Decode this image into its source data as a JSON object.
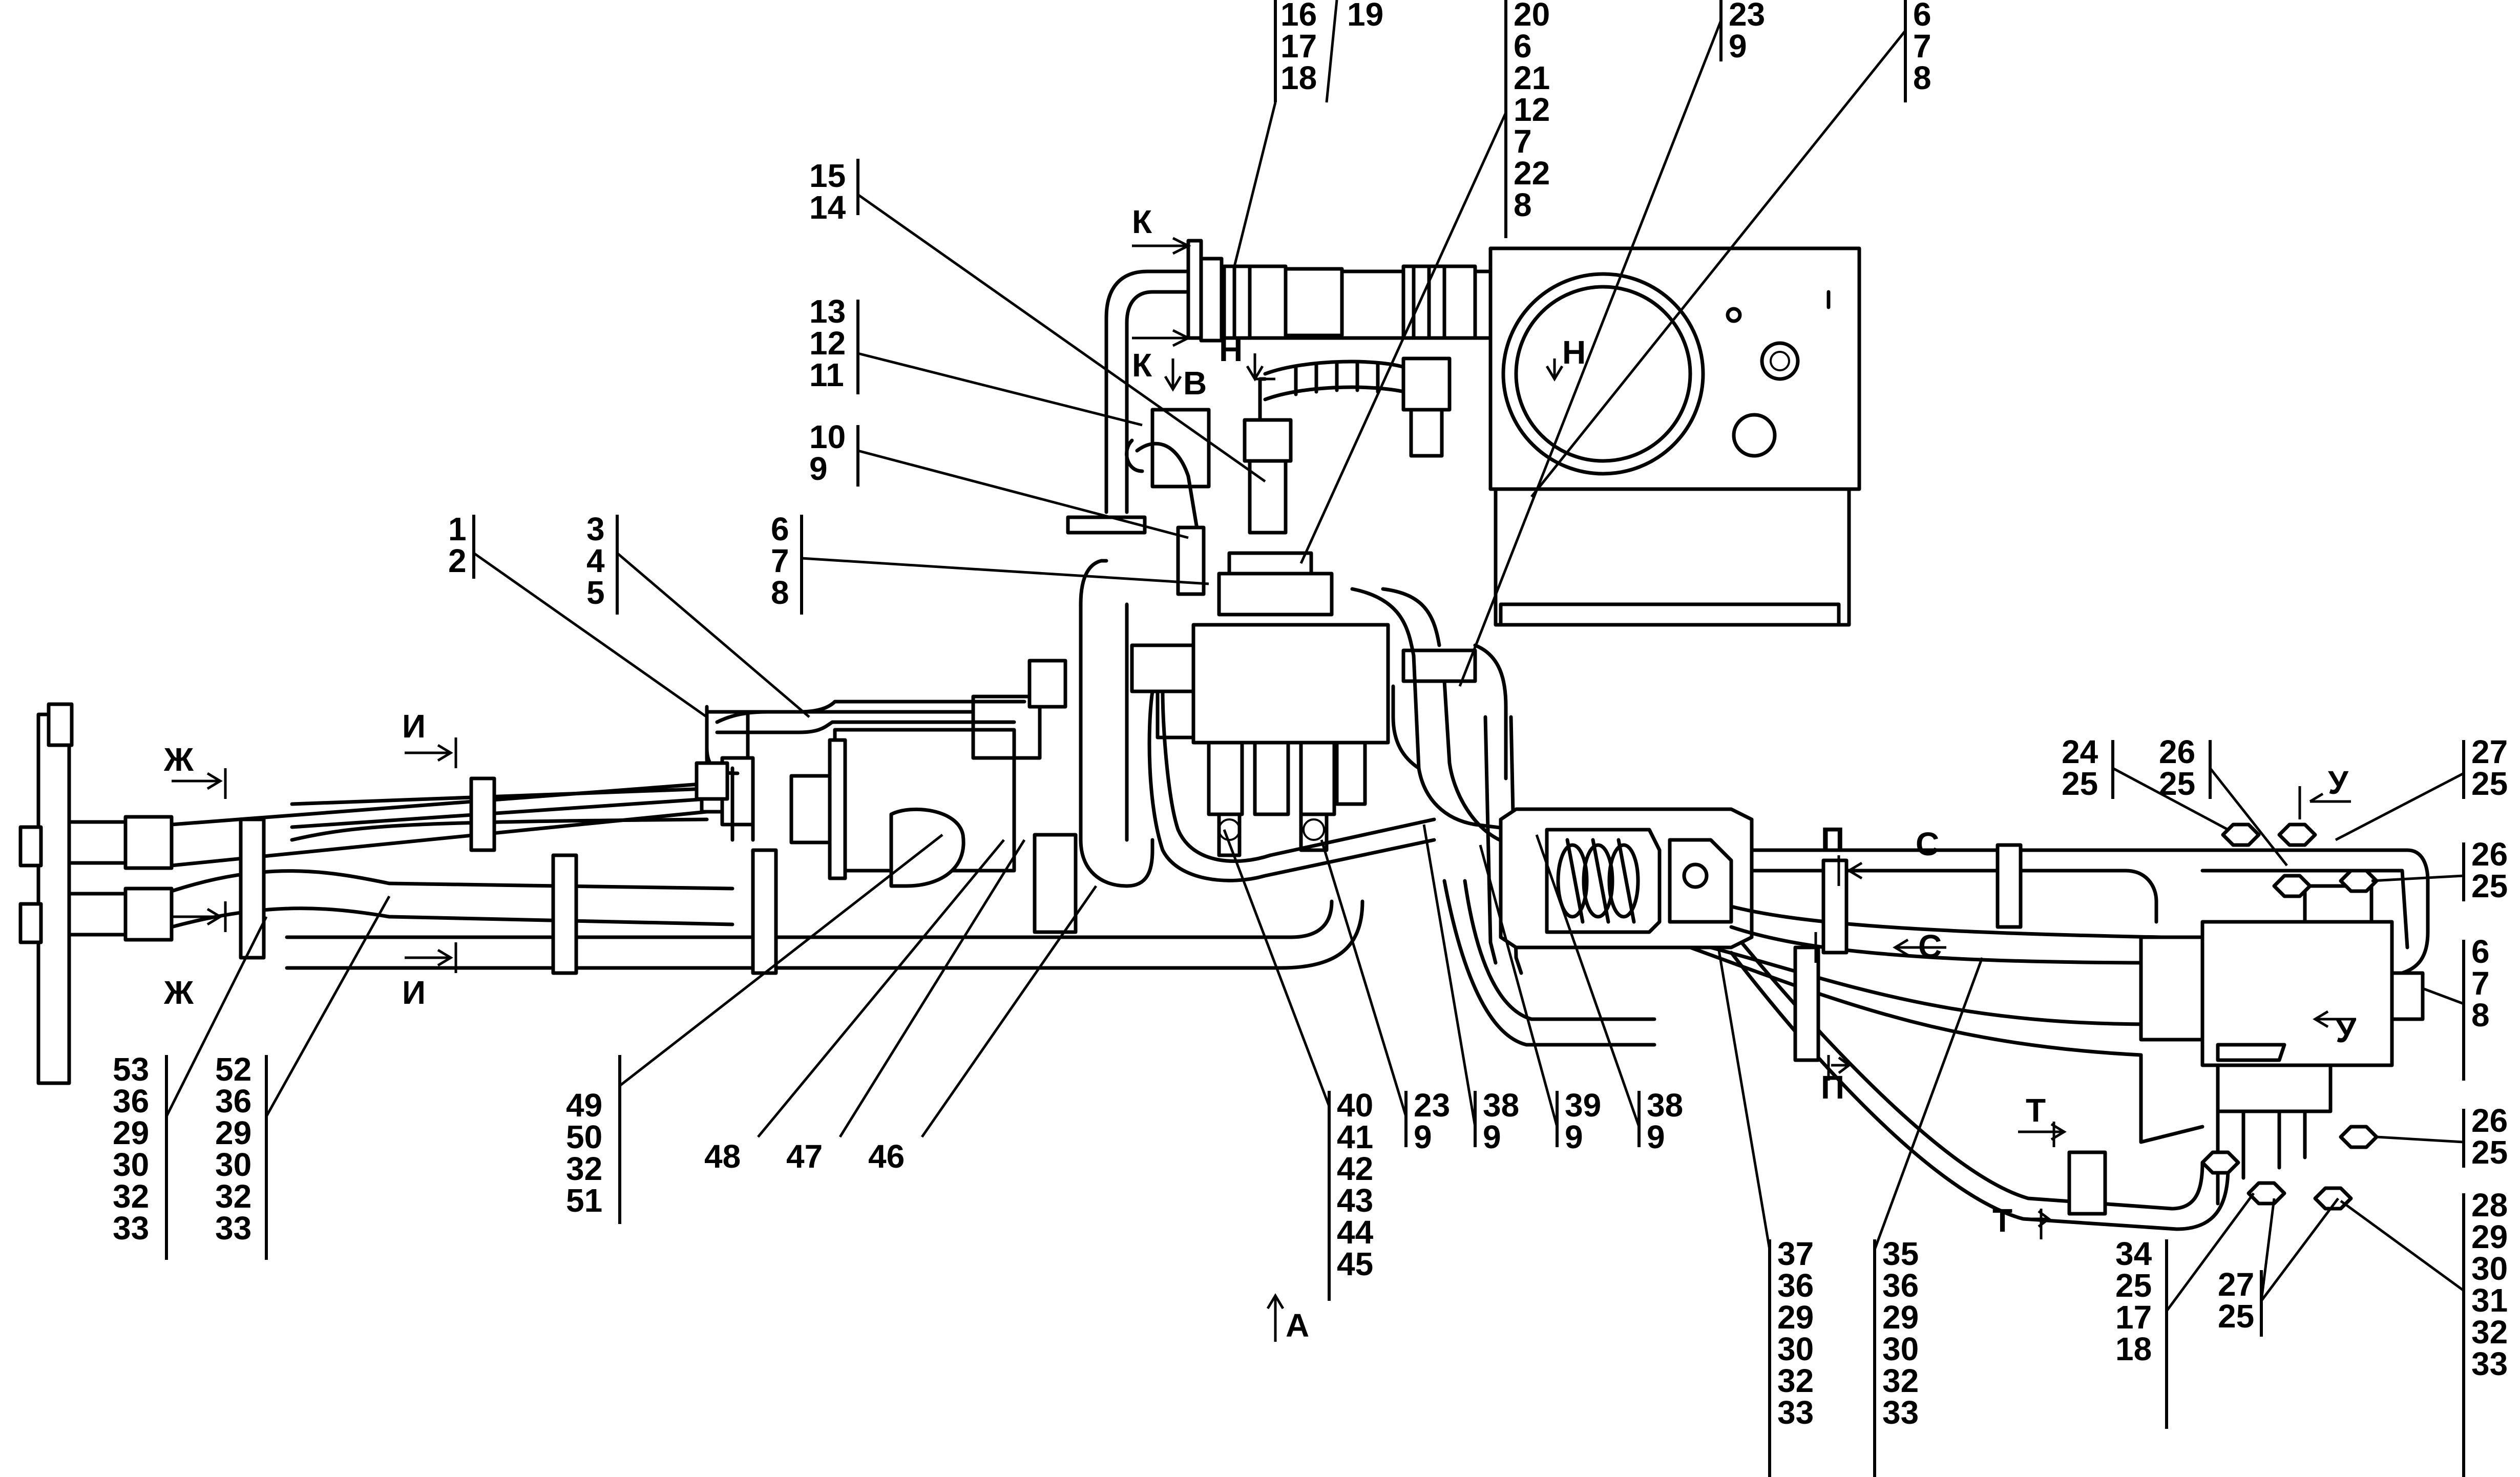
{
  "callouts": [
    {
      "id": "c1",
      "lines": [
        "16",
        "17",
        "18"
      ]
    },
    {
      "id": "c2",
      "lines": [
        "19"
      ]
    },
    {
      "id": "c3",
      "lines": [
        "20",
        "6",
        "21",
        "12",
        "7",
        "22",
        "8"
      ]
    },
    {
      "id": "c4",
      "lines": [
        "23",
        "9"
      ]
    },
    {
      "id": "c5",
      "lines": [
        "6",
        "7",
        "8"
      ]
    },
    {
      "id": "c6",
      "lines": [
        "15",
        "14"
      ]
    },
    {
      "id": "c7",
      "lines": [
        "13",
        "12",
        "11"
      ]
    },
    {
      "id": "c8",
      "lines": [
        "10",
        "9"
      ]
    },
    {
      "id": "c9",
      "lines": [
        "1",
        "2"
      ]
    },
    {
      "id": "c10",
      "lines": [
        "3",
        "4",
        "5"
      ]
    },
    {
      "id": "c11",
      "lines": [
        "6",
        "7",
        "8"
      ]
    },
    {
      "id": "c12",
      "lines": [
        "24",
        "25"
      ]
    },
    {
      "id": "c13",
      "lines": [
        "26",
        "25"
      ]
    },
    {
      "id": "c14",
      "lines": [
        "27",
        "25"
      ]
    },
    {
      "id": "c15",
      "lines": [
        "26",
        "25"
      ]
    },
    {
      "id": "c16",
      "lines": [
        "6",
        "7",
        "8"
      ]
    },
    {
      "id": "c17",
      "lines": [
        "26",
        "25"
      ]
    },
    {
      "id": "c18",
      "lines": [
        "28",
        "29",
        "30",
        "31",
        "32",
        "33"
      ]
    },
    {
      "id": "c19",
      "lines": [
        "27",
        "25"
      ]
    },
    {
      "id": "c20",
      "lines": [
        "34",
        "25",
        "17",
        "18"
      ]
    },
    {
      "id": "c21",
      "lines": [
        "37",
        "36",
        "29",
        "30",
        "32",
        "33"
      ]
    },
    {
      "id": "c22",
      "lines": [
        "35",
        "36",
        "29",
        "30",
        "32",
        "33"
      ]
    },
    {
      "id": "c23",
      "lines": [
        "40",
        "41",
        "42",
        "43",
        "44",
        "45"
      ]
    },
    {
      "id": "c24",
      "lines": [
        "23",
        "9"
      ]
    },
    {
      "id": "c25",
      "lines": [
        "38",
        "9"
      ]
    },
    {
      "id": "c26",
      "lines": [
        "39",
        "9"
      ]
    },
    {
      "id": "c27",
      "lines": [
        "38",
        "9"
      ]
    },
    {
      "id": "c28",
      "lines": [
        "49",
        "50",
        "32",
        "51"
      ]
    },
    {
      "id": "c29",
      "lines": [
        "48"
      ]
    },
    {
      "id": "c30",
      "lines": [
        "47"
      ]
    },
    {
      "id": "c31",
      "lines": [
        "46"
      ]
    },
    {
      "id": "c32",
      "lines": [
        "53",
        "36",
        "29",
        "30",
        "32",
        "33"
      ]
    },
    {
      "id": "c33",
      "lines": [
        "52",
        "36",
        "29",
        "30",
        "32",
        "33"
      ]
    }
  ],
  "view_markers": [
    {
      "id": "v1",
      "letter": "К"
    },
    {
      "id": "v2",
      "letter": "К"
    },
    {
      "id": "v3",
      "letter": "В"
    },
    {
      "id": "v4",
      "letter": "Н"
    },
    {
      "id": "v5",
      "letter": "Н"
    },
    {
      "id": "v6",
      "letter": "Ж"
    },
    {
      "id": "v7",
      "letter": "Ж"
    },
    {
      "id": "v8",
      "letter": "И"
    },
    {
      "id": "v9",
      "letter": "И"
    },
    {
      "id": "v10",
      "letter": "С"
    },
    {
      "id": "v11",
      "letter": "С"
    },
    {
      "id": "v12",
      "letter": "П"
    },
    {
      "id": "v13",
      "letter": "П"
    },
    {
      "id": "v14",
      "letter": "У"
    },
    {
      "id": "v15",
      "letter": "У"
    },
    {
      "id": "v16",
      "letter": "Т"
    },
    {
      "id": "v17",
      "letter": "Т"
    },
    {
      "id": "v18",
      "letter": "А"
    }
  ]
}
